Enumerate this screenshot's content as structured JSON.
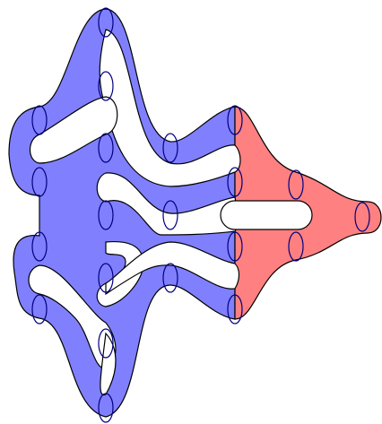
{
  "figure": {
    "kind": "cobordism diagram",
    "colors": {
      "blue_region": "#8080ff",
      "red_region": "#ff8080",
      "outline": "#000000",
      "boundary_circle": "#000080",
      "background": "#ffffff"
    },
    "columns": {
      "blue": [
        {
          "id": "c1",
          "circles": 4
        },
        {
          "id": "c2",
          "circles": 9
        },
        {
          "id": "c3",
          "circles": 3
        }
      ],
      "red": [
        {
          "id": "c4",
          "circles": 4
        },
        {
          "id": "c5",
          "circles": 2
        },
        {
          "id": "c6",
          "circles": 1
        }
      ]
    }
  }
}
